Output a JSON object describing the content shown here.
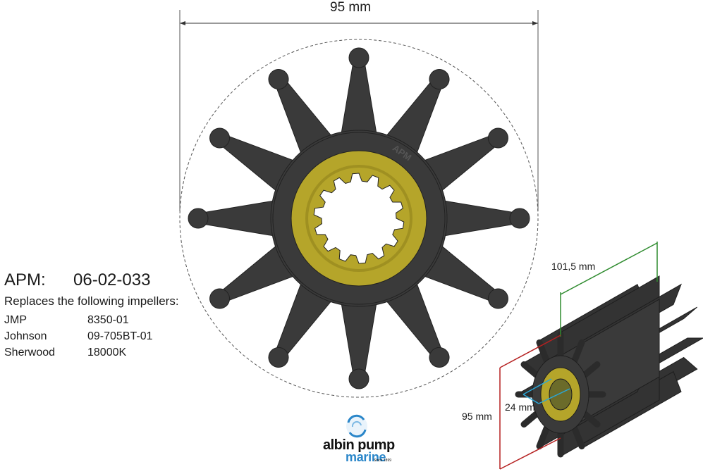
{
  "product": {
    "label": "APM:",
    "number": "06-02-033",
    "replaces_text": "Replaces the following impellers:"
  },
  "replacements": [
    {
      "brand": "JMP",
      "part": "8350-01"
    },
    {
      "brand": "Johnson",
      "part": "09-705BT-01"
    },
    {
      "brand": "Sherwood",
      "part": "18000K"
    }
  ],
  "dimensions": {
    "outer_diameter": "95 mm",
    "length": "101,5 mm",
    "height": "95 mm",
    "bore": "24 mm"
  },
  "impeller": {
    "blade_count": 12,
    "spline_count": 14,
    "hub_mark": "APM"
  },
  "logo": {
    "name": "albin pump",
    "sub": "marine",
    "since": "Since 1899"
  },
  "colors": {
    "rubber": "#3a3a3a",
    "insert": "#b5a52a",
    "insert_dark": "#8a7c18",
    "dimension_line": "#333333",
    "length_dim": "#2e8b2e",
    "height_dim": "#b52020",
    "bore_dim": "#2aa7d8",
    "logo_blue": "#2a86c9"
  }
}
